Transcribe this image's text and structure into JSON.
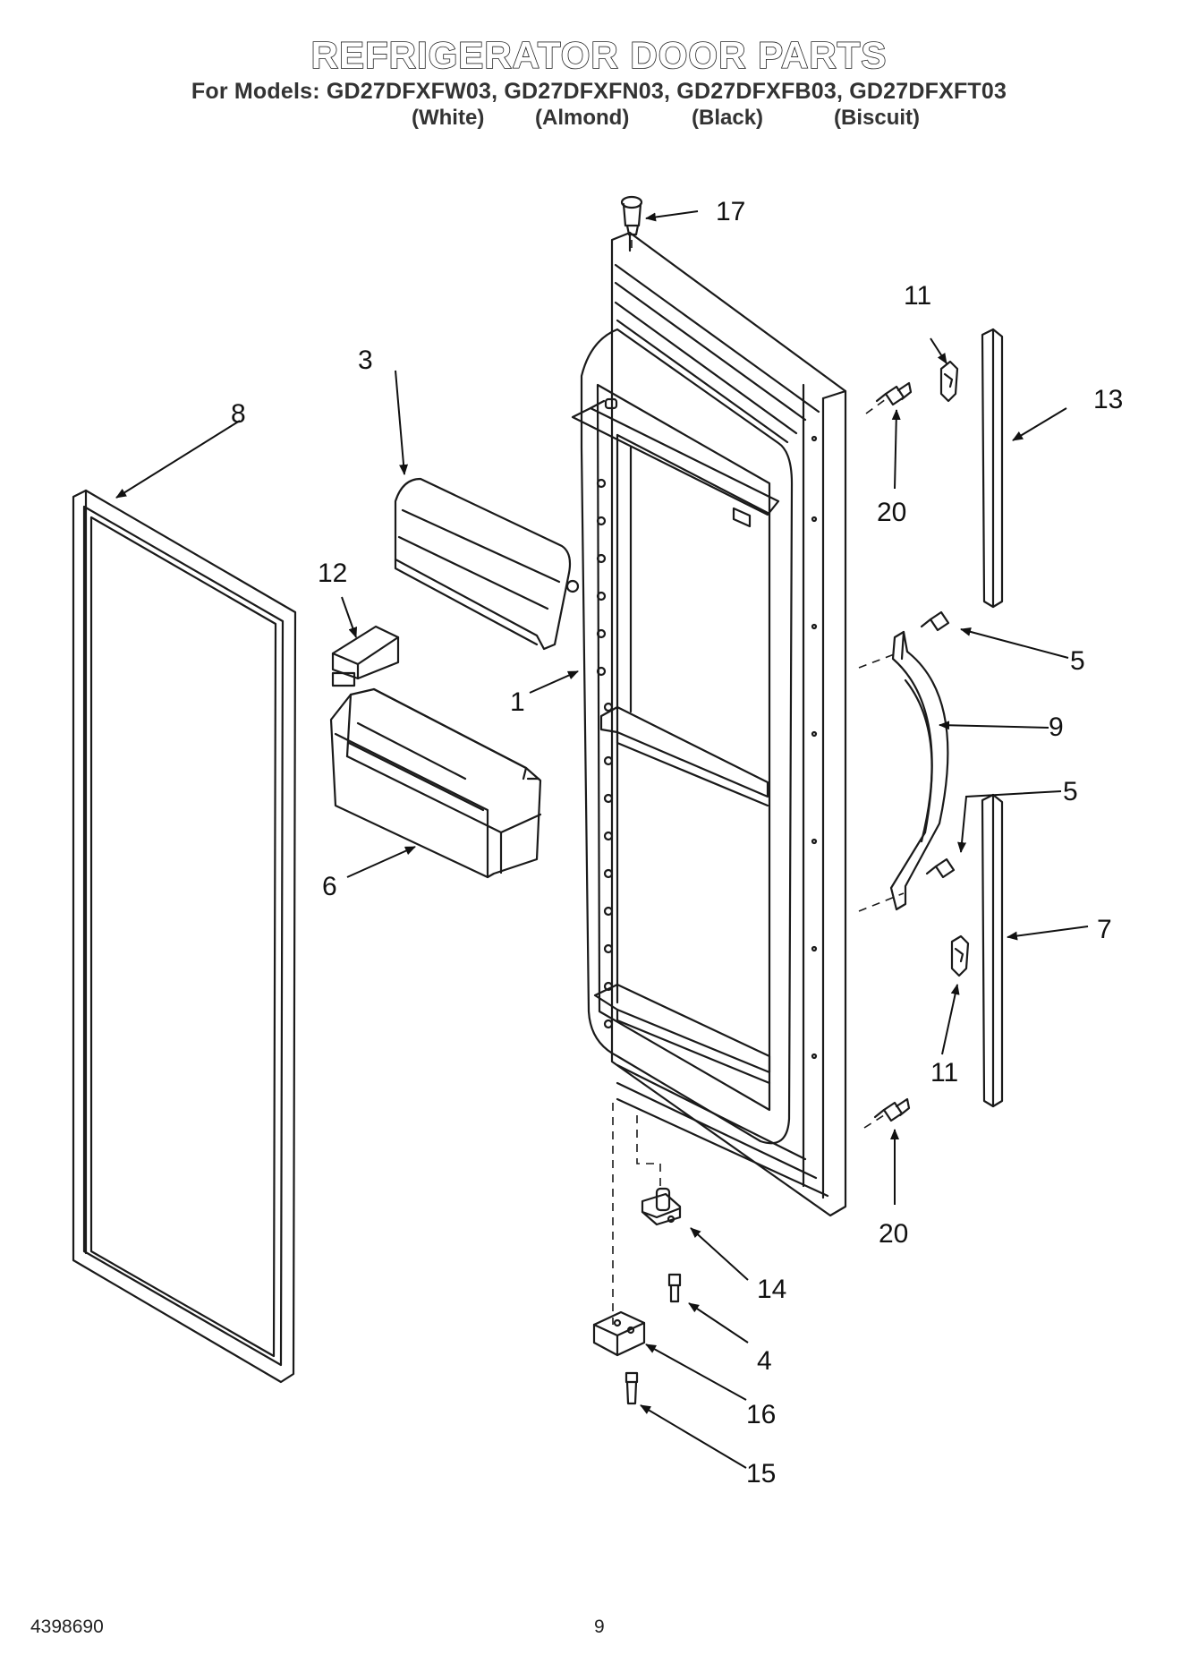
{
  "header": {
    "title": "REFRIGERATOR DOOR PARTS",
    "models_line": "For Models: GD27DFXFW03, GD27DFXFN03, GD27DFXFB03, GD27DFXFT03",
    "colors": [
      "(White)",
      "(Almond)",
      "(Black)",
      "(Biscuit)"
    ]
  },
  "callouts": {
    "c1": "1",
    "c3": "3",
    "c4": "4",
    "c5a": "5",
    "c5b": "5",
    "c6": "6",
    "c7": "7",
    "c8": "8",
    "c9": "9",
    "c11a": "11",
    "c11b": "11",
    "c12": "12",
    "c13": "13",
    "c14": "14",
    "c15": "15",
    "c16": "16",
    "c17": "17",
    "c20a": "20",
    "c20b": "20"
  },
  "footer": {
    "doc_number": "4398690",
    "page_number": "9"
  }
}
